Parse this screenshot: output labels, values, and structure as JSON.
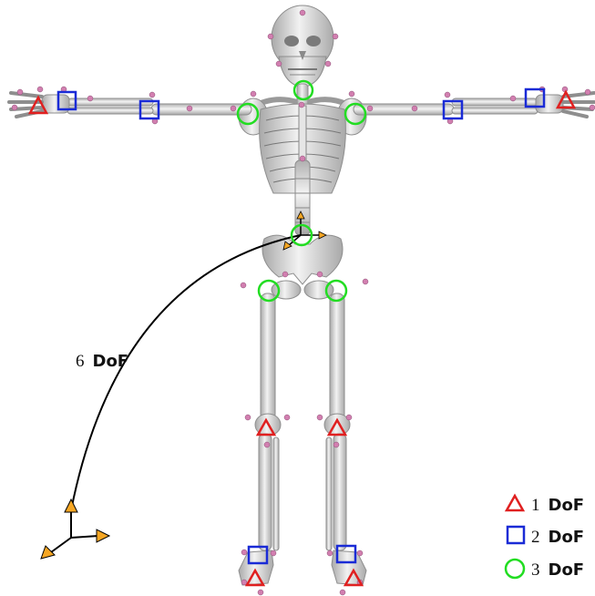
{
  "colors": {
    "one_dof": "#e02020",
    "two_dof": "#1a2bd6",
    "three_dof": "#22dd22",
    "root_axes": "#f5a623",
    "marker": "#d27fb0",
    "bone": "#d9d9d9",
    "bone_outline": "#8e8e8e",
    "arc": "#000000"
  },
  "arc_label": {
    "number": "6",
    "unit": "DoF"
  },
  "legend": {
    "items": [
      {
        "shape": "triangle",
        "number": "1",
        "unit": "DoF"
      },
      {
        "shape": "square",
        "number": "2",
        "unit": "DoF"
      },
      {
        "shape": "circle",
        "number": "3",
        "unit": "DoF"
      }
    ]
  },
  "joints": {
    "one_dof": [
      "left-wrist",
      "right-wrist",
      "left-knee",
      "right-knee",
      "left-toe",
      "right-toe"
    ],
    "two_dof": [
      "left-hand",
      "right-hand",
      "left-elbow",
      "right-elbow",
      "left-ankle",
      "right-ankle"
    ],
    "three_dof": [
      "neck",
      "left-shoulder",
      "right-shoulder",
      "spine",
      "left-hip",
      "right-hip"
    ],
    "six_dof": [
      "root"
    ]
  }
}
